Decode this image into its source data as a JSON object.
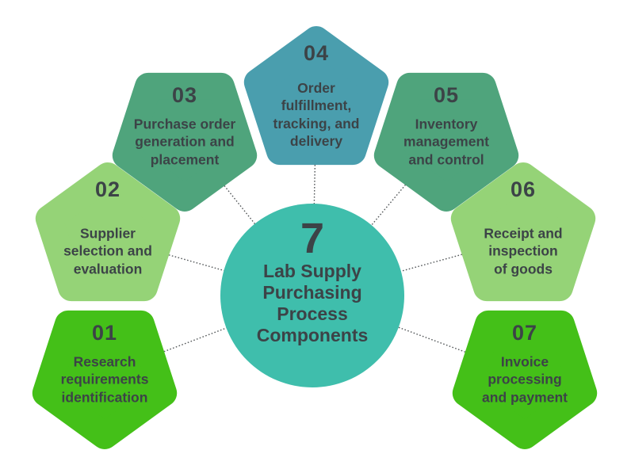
{
  "diagram": {
    "center": {
      "count": "7",
      "lines": [
        "Lab Supply",
        "Purchasing",
        "Process",
        "Components"
      ]
    },
    "items": [
      {
        "number": "01",
        "label_lines": [
          "Research",
          "requirements",
          "identification"
        ],
        "color": "#44C018",
        "direction": "down"
      },
      {
        "number": "02",
        "label_lines": [
          "Supplier",
          "selection and",
          "evaluation"
        ],
        "color": "#95D377",
        "direction": "up"
      },
      {
        "number": "03",
        "label_lines": [
          "Purchase order",
          "generation and",
          "placement"
        ],
        "color": "#4FA47C",
        "direction": "down"
      },
      {
        "number": "04",
        "label_lines": [
          "Order",
          "fulfillment,",
          "tracking, and",
          "delivery"
        ],
        "color": "#4A9EAE",
        "direction": "up"
      },
      {
        "number": "05",
        "label_lines": [
          "Inventory",
          "management",
          "and control"
        ],
        "color": "#4FA47C",
        "direction": "down"
      },
      {
        "number": "06",
        "label_lines": [
          "Receipt and",
          "inspection",
          "of goods"
        ],
        "color": "#95D377",
        "direction": "up"
      },
      {
        "number": "07",
        "label_lines": [
          "Invoice",
          "processing",
          "and payment"
        ],
        "color": "#44C018",
        "direction": "down"
      }
    ],
    "colors": {
      "center_circle": "#3FBEAC",
      "text": "#3C4347",
      "connector": "#55595B",
      "background": "#FFFFFF"
    }
  }
}
